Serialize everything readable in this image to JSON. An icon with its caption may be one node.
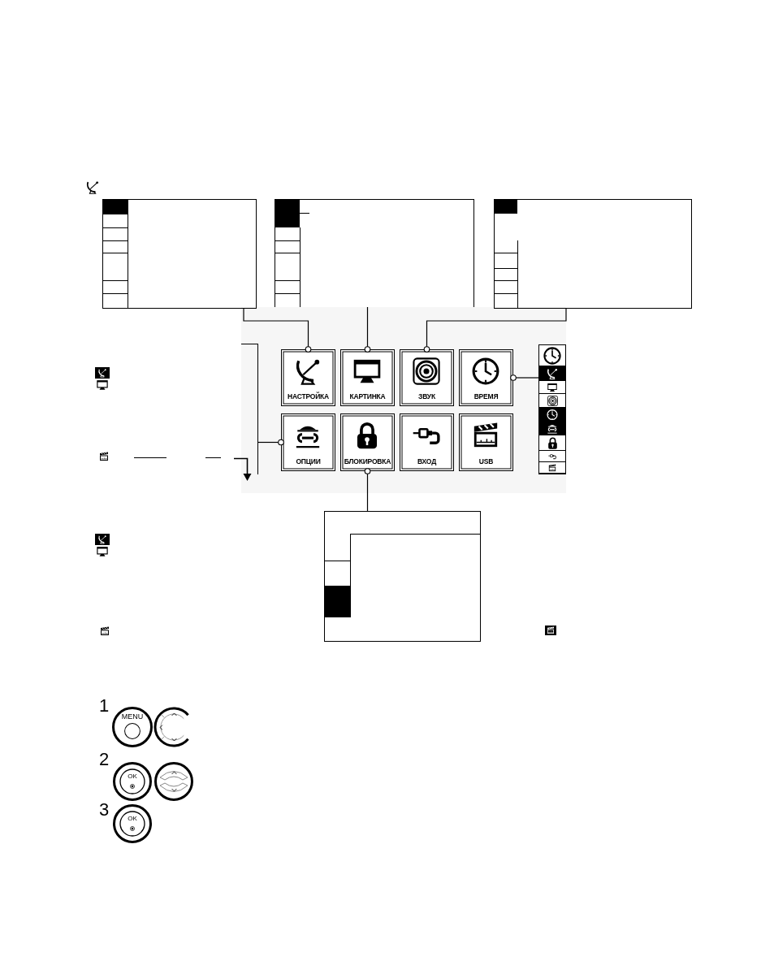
{
  "diagram": {
    "nodes": [
      {
        "text": [],
        "shape": "box"
      },
      {
        "text": [],
        "shape": "box"
      },
      {
        "text": [],
        "shape": "box"
      },
      {
        "text": [],
        "shape": "box"
      },
      {
        "text": [
          "НАСТРОЙКА"
        ]
      },
      {
        "text": [
          "КАРТИНКА"
        ]
      },
      {
        "text": [
          "ЗВУК"
        ]
      },
      {
        "text": [
          "ВРЕМЯ"
        ]
      },
      {
        "text": [],
        "shape": "box"
      },
      {
        "text": [
          "ОПЦИИ"
        ]
      },
      {
        "text": [
          "БЛОКИРОВКА"
        ]
      },
      {
        "text": [
          "ВХОД"
        ]
      },
      {
        "text": [
          "USB"
        ]
      },
      {
        "text": [],
        "shape": "box"
      },
      {
        "text": [
          "MENU"
        ]
      },
      {
        "text": [],
        "shape": "circle"
      },
      {
        "text": [
          "OK"
        ]
      },
      {
        "text": [],
        "shape": "circle"
      },
      {
        "text": [
          "OK"
        ]
      }
    ],
    "edges": [
      {
        "from": 4,
        "to": 0,
        "arrow": "other"
      },
      {
        "from": 5,
        "to": 1,
        "arrow": "other"
      },
      {
        "from": 6,
        "to": 2,
        "arrow": "other"
      },
      {
        "from": 7,
        "to": 8,
        "arrow": "other"
      },
      {
        "from": 9,
        "to": 3,
        "arrow": "other"
      },
      {
        "from": 10,
        "to": 13,
        "arrow": "other"
      }
    ],
    "labels": [
      "1",
      "2",
      "3"
    ]
  }
}
